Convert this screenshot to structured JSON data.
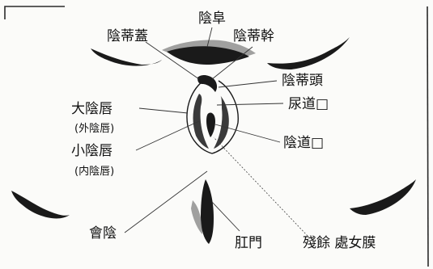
{
  "labels": {
    "mons_pubis": "陰阜",
    "clitoral_hood": "陰蒂蓋",
    "clitoral_shaft": "陰蒂幹",
    "glans_clitoris": "陰蒂頭",
    "labia_majora": "大陰唇",
    "labia_majora_alt": "(外陰唇)",
    "urethral_opening": "尿道□",
    "labia_minora": "小陰唇",
    "labia_minora_alt": "(内陰唇)",
    "vaginal_opening": "陰道□",
    "perineum": "會陰",
    "anus": "肛門",
    "hymen_remnant": "殘餘 處女膜"
  },
  "colors": {
    "ink": "#1a1a1a",
    "paper": "#fbfbf9"
  }
}
